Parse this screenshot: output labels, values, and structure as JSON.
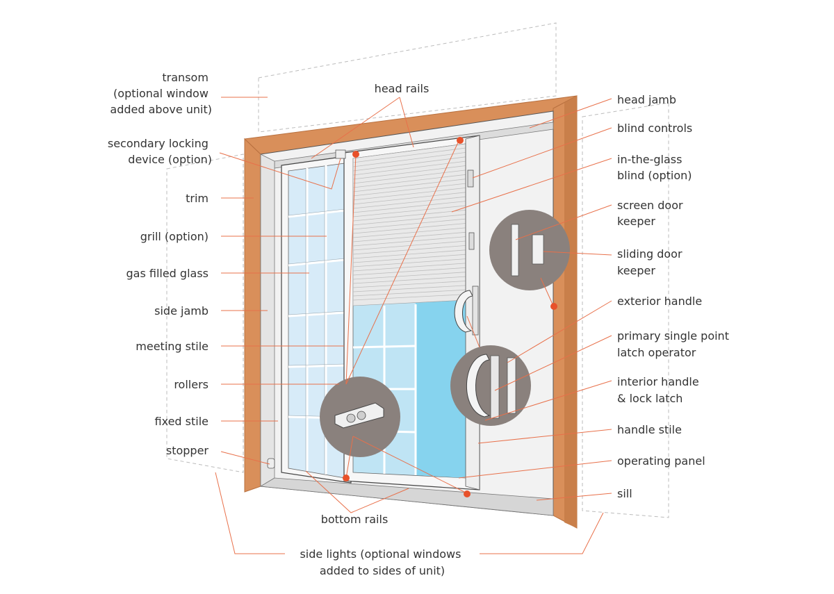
{
  "colors": {
    "leader": "#e8704a",
    "dot": "#e8512a",
    "wood": "#d98f5a",
    "wood_dark": "#b8703f",
    "frame": "#f2f2f2",
    "frame_edge": "#555555",
    "glass": "#cfe6f5",
    "glass_bright": "#7fd0ee",
    "blind": "#e9e9e9",
    "inset": "#8a817d",
    "dashed": "#bbbbbb",
    "text": "#333333"
  },
  "labels": {
    "transom": [
      "transom",
      "(optional window",
      "added above unit)"
    ],
    "head_rails": [
      "head rails"
    ],
    "secondary_locking": [
      "secondary locking",
      "device (option)"
    ],
    "trim": [
      "trim"
    ],
    "grill": [
      "grill (option)"
    ],
    "gas_filled_glass": [
      "gas filled glass"
    ],
    "side_jamb": [
      "side jamb"
    ],
    "meeting_stile": [
      "meeting stile"
    ],
    "rollers": [
      "rollers"
    ],
    "fixed_stile": [
      "fixed stile"
    ],
    "stopper": [
      "stopper"
    ],
    "bottom_rails": [
      "bottom rails"
    ],
    "side_lights": [
      "side lights (optional windows",
      "added to sides of unit)"
    ],
    "head_jamb": [
      "head jamb"
    ],
    "blind_controls": [
      "blind controls"
    ],
    "in_glass_blind": [
      "in-the-glass",
      "blind (option)"
    ],
    "screen_door_keeper": [
      "screen door",
      "keeper"
    ],
    "sliding_door_keeper": [
      "sliding door",
      "keeper"
    ],
    "exterior_handle": [
      "exterior handle"
    ],
    "primary_latch": [
      "primary single point",
      "latch operator"
    ],
    "interior_handle": [
      "interior handle",
      "& lock latch"
    ],
    "handle_stile": [
      "handle stile"
    ],
    "operating_panel": [
      "operating panel"
    ],
    "sill": [
      "sill"
    ]
  }
}
